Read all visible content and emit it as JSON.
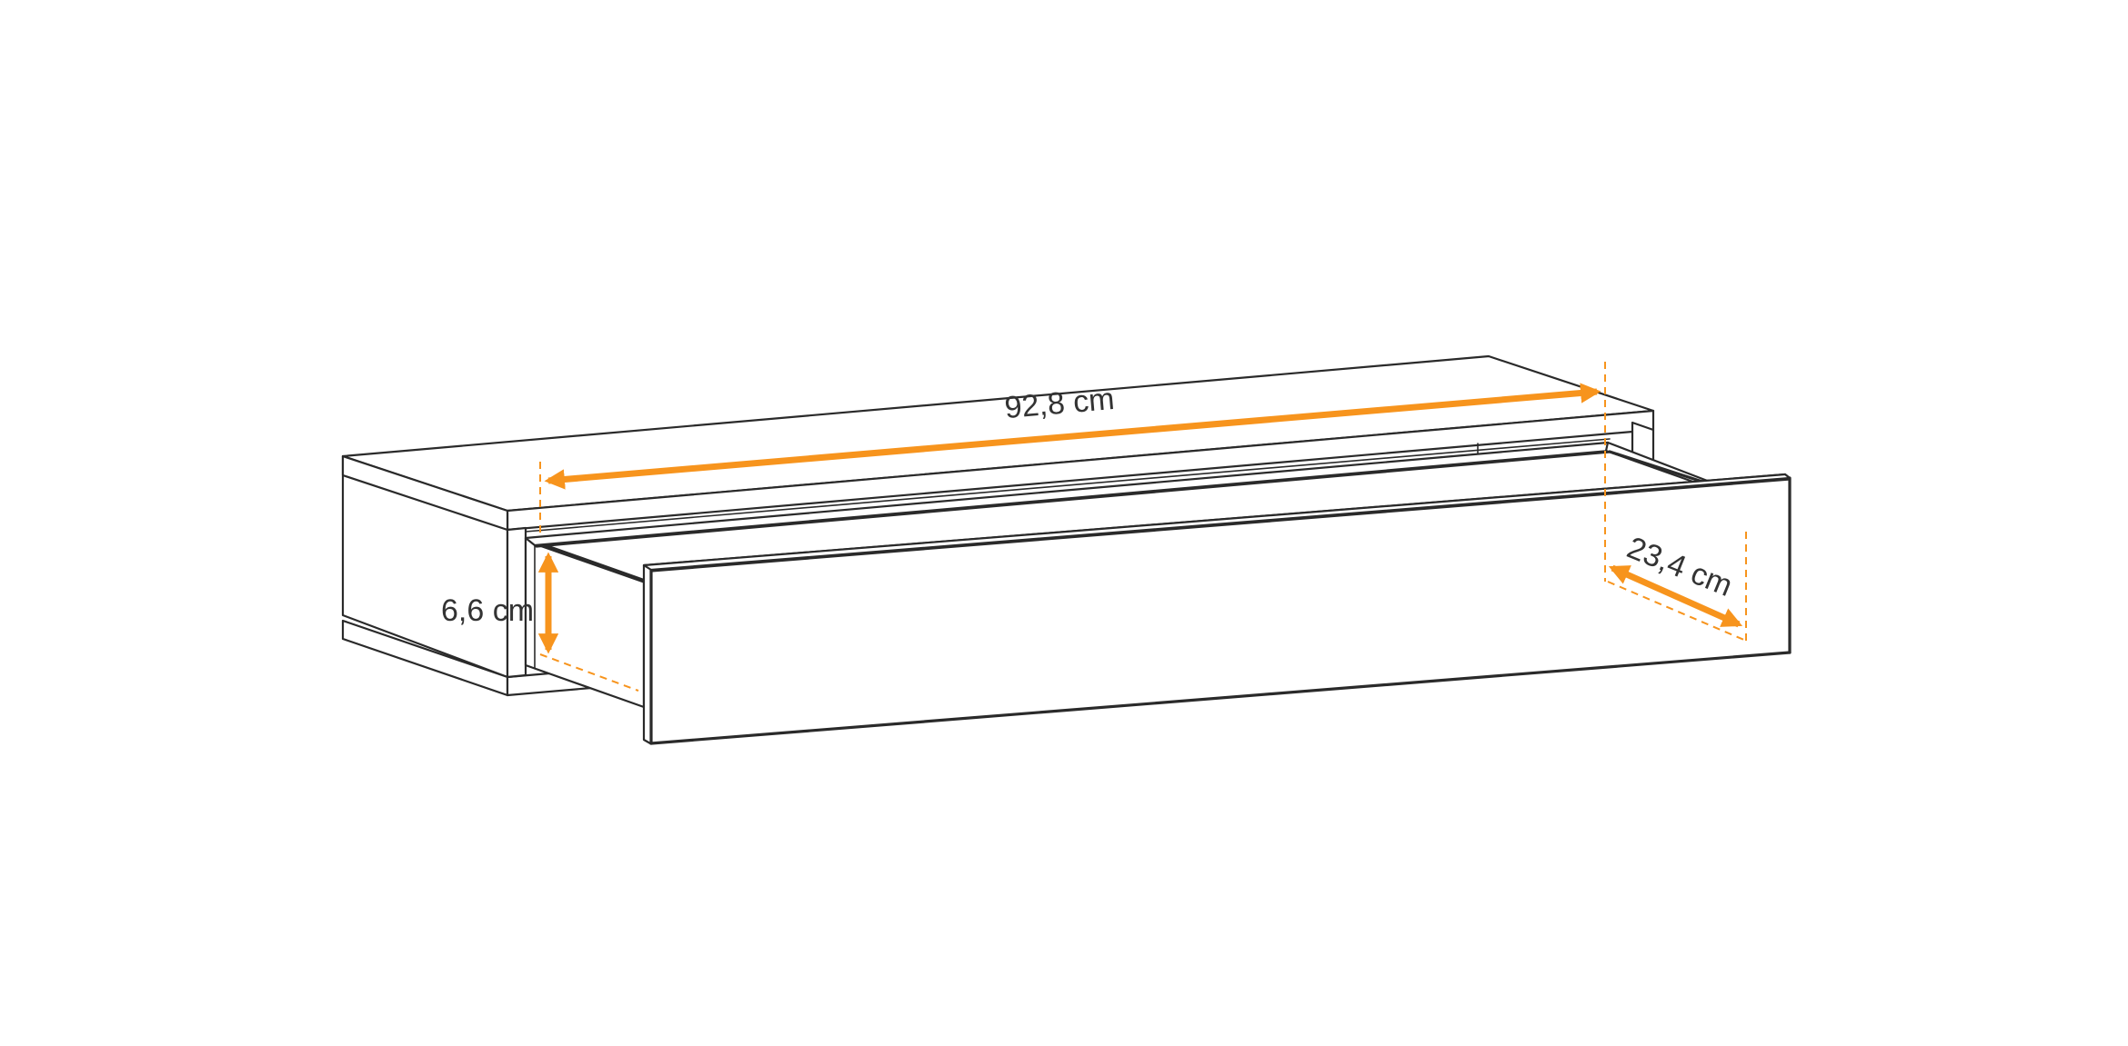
{
  "colors": {
    "dimension": "#f7941d",
    "outline": "#2a2a2a",
    "label": "#333333",
    "background": "#ffffff"
  },
  "dimensions": {
    "length": "92,8 cm",
    "depth": "23,4 cm",
    "height": "6,6 cm"
  }
}
